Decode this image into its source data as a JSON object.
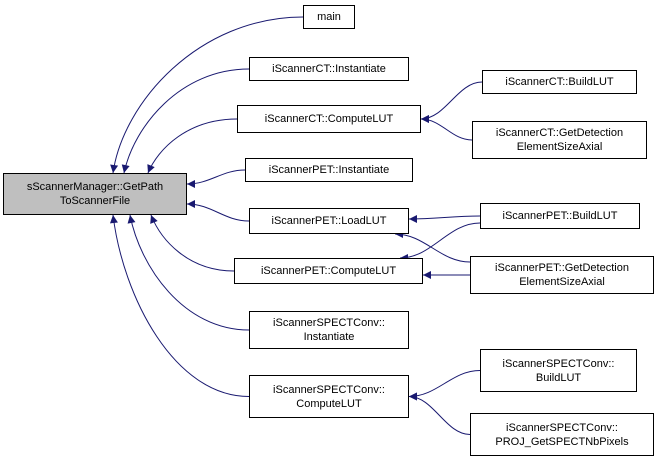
{
  "graph": {
    "root": {
      "id": "root",
      "lines": [
        "sScannerManager::GetPath",
        "ToScannerFile"
      ]
    },
    "nodes": [
      {
        "id": "main",
        "lines": [
          "main"
        ]
      },
      {
        "id": "ct_inst",
        "lines": [
          "iScannerCT::Instantiate"
        ]
      },
      {
        "id": "ct_comp",
        "lines": [
          "iScannerCT::ComputeLUT"
        ]
      },
      {
        "id": "ct_build",
        "lines": [
          "iScannerCT::BuildLUT"
        ]
      },
      {
        "id": "ct_getdet",
        "lines": [
          "iScannerCT::GetDetection",
          "ElementSizeAxial"
        ]
      },
      {
        "id": "pet_inst",
        "lines": [
          "iScannerPET::Instantiate"
        ]
      },
      {
        "id": "pet_load",
        "lines": [
          "iScannerPET::LoadLUT"
        ]
      },
      {
        "id": "pet_build",
        "lines": [
          "iScannerPET::BuildLUT"
        ]
      },
      {
        "id": "pet_comp",
        "lines": [
          "iScannerPET::ComputeLUT"
        ]
      },
      {
        "id": "pet_getdet",
        "lines": [
          "iScannerPET::GetDetection",
          "ElementSizeAxial"
        ]
      },
      {
        "id": "spect_inst",
        "lines": [
          "iScannerSPECTConv::",
          "Instantiate"
        ]
      },
      {
        "id": "spect_comp",
        "lines": [
          "iScannerSPECTConv::",
          "ComputeLUT"
        ]
      },
      {
        "id": "spect_build",
        "lines": [
          "iScannerSPECTConv::",
          "BuildLUT"
        ]
      },
      {
        "id": "spect_proj",
        "lines": [
          "iScannerSPECTConv::",
          "PROJ_GetSPECTNbPixels"
        ]
      }
    ],
    "edges": [
      {
        "from": "main",
        "to": "root"
      },
      {
        "from": "ct_inst",
        "to": "root"
      },
      {
        "from": "ct_comp",
        "to": "root"
      },
      {
        "from": "pet_inst",
        "to": "root"
      },
      {
        "from": "pet_load",
        "to": "root"
      },
      {
        "from": "pet_comp",
        "to": "root"
      },
      {
        "from": "spect_inst",
        "to": "root"
      },
      {
        "from": "spect_comp",
        "to": "root"
      },
      {
        "from": "ct_build",
        "to": "ct_comp"
      },
      {
        "from": "ct_getdet",
        "to": "ct_comp"
      },
      {
        "from": "pet_build",
        "to": "pet_load"
      },
      {
        "from": "pet_getdet",
        "to": "pet_load"
      },
      {
        "from": "pet_build",
        "to": "pet_comp"
      },
      {
        "from": "pet_getdet",
        "to": "pet_comp"
      },
      {
        "from": "spect_build",
        "to": "spect_comp"
      },
      {
        "from": "spect_proj",
        "to": "spect_comp"
      }
    ],
    "edge_color": "#191970"
  }
}
